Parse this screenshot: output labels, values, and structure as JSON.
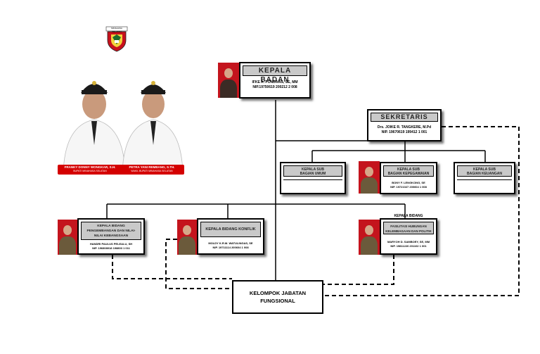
{
  "logo": {
    "caption": "MINAHASA SELATAN"
  },
  "leaders": {
    "left_name": "FRANKY DONNY WONGKAR, S.H.",
    "left_title": "BUPATI MINAHASA SELATAN",
    "right_name": "PETRA YANI REMBANG, S.TH.",
    "right_title": "WAKIL BUPATI MINAHASA SELATAN"
  },
  "kepala_badan": {
    "title": "KEPALA BADAN",
    "name": "IFKE A. PONDAAG, SE, MM",
    "nip": "NIP.19750619 200212 2 008"
  },
  "sekretaris": {
    "title": "SEKRETARIS",
    "name": "Drs. JOIKE R. TANGKERE, M.Pd",
    "nip": "NIP. 19670619 199412 1 001"
  },
  "subbagian": [
    {
      "title_line1": "KEPALA SUB",
      "title_line2": "BAGIAN UMUM",
      "name": "",
      "nip": ""
    },
    {
      "title_line1": "KEPALA SUB",
      "title_line2": "BAGIAN KEPEGAWAIAN",
      "name": "BONY F. LENGKONG, SE",
      "nip": "NIP. 19721027 200604 1 008"
    },
    {
      "title_line1": "KEPALA SUB",
      "title_line2": "BAGIAN KEUANGAN",
      "name": "",
      "nip": ""
    }
  ],
  "bidang": [
    {
      "title_line1": "KEPALA BIDANG",
      "title_line2": "PENGEMBANGAN DAN NILAI-",
      "title_line3": "NILAI KEBANGSAAN",
      "name": "HANDRI PAULUS PELEALU, SH",
      "nip": "NIP. 196808018 198803 1 011"
    },
    {
      "title_line1": "KEPALA BIDANG KONFLIK",
      "title_line2": "",
      "title_line3": "",
      "name": "MOLDY K.R.M. WATULINGAS, SE",
      "nip": "NIP. 19711114 200604 1 008"
    },
    {
      "title_line1": "KEPALA BIDANG",
      "title_line2": "FASILITASI HUBUNGAN",
      "title_line3": "KELEMBAGAAN DAN POLITIK",
      "name": "MARYOH D. SAMBOEY, SE, MM",
      "nip": "NIP. 19811226 201102 1 001"
    }
  ],
  "kelompok": {
    "line1": "KELOMPOK JABATAN",
    "line2": "FUNGSIONAL"
  },
  "colors": {
    "header_fill": "#c9c9c9",
    "photo_bg": "#c4141d",
    "frame_red": "#d40000"
  }
}
